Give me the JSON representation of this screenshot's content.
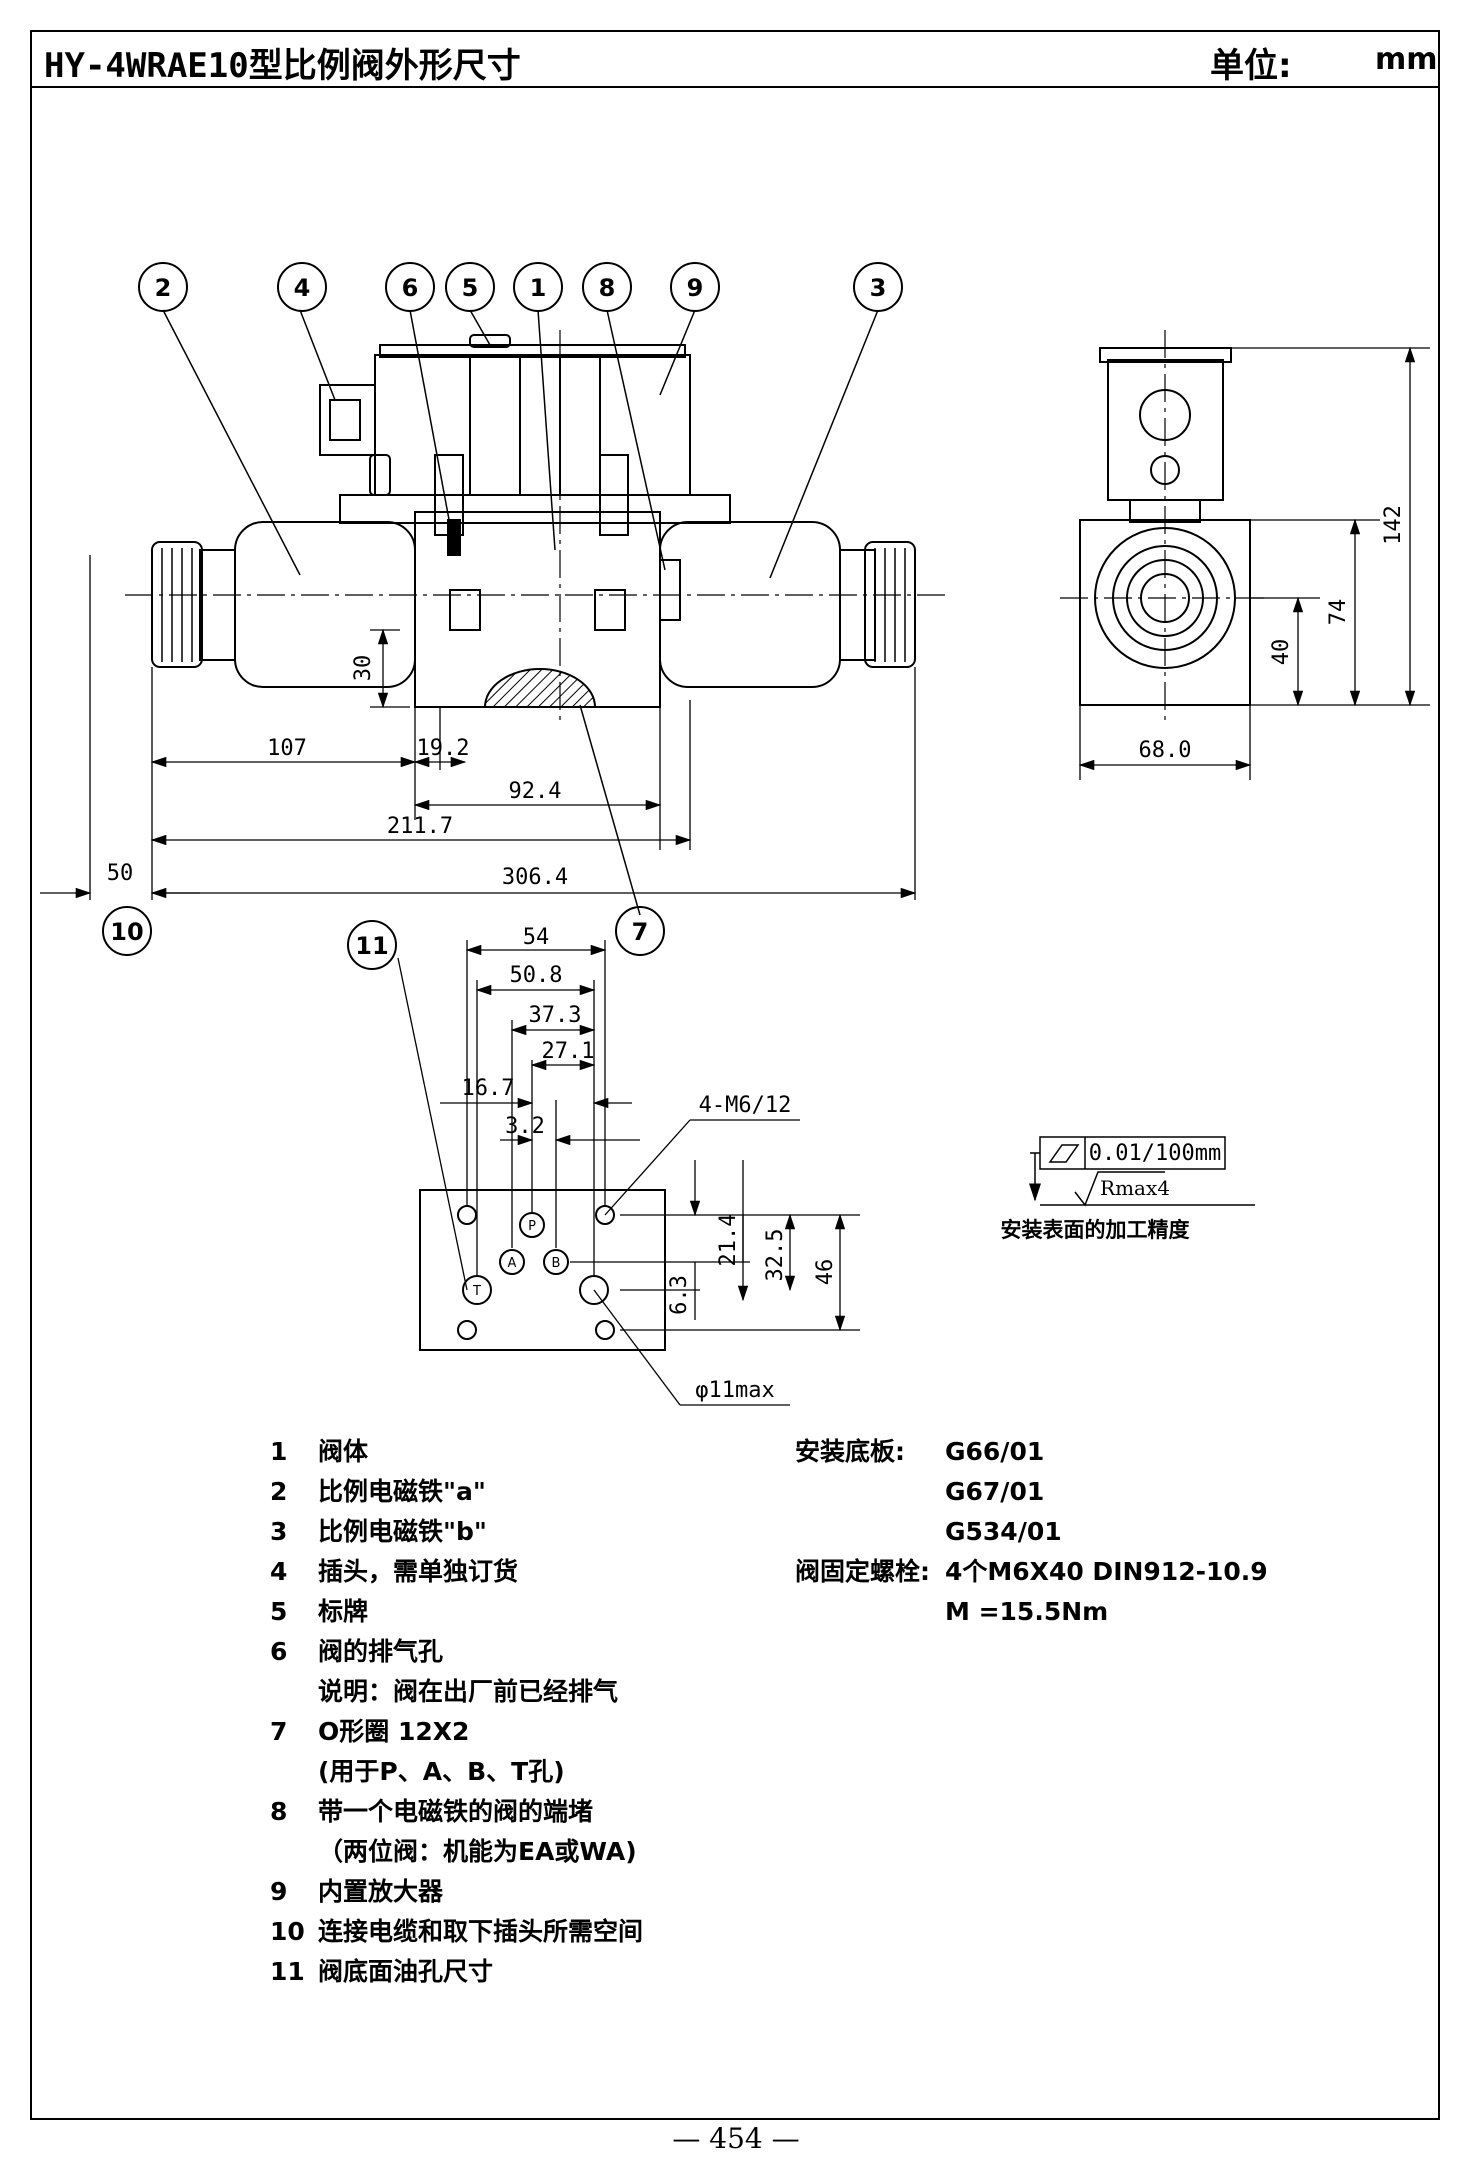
{
  "header": {
    "title": "HY-4WRAE10型比例阀外形尺寸",
    "unit_label": "单位:",
    "unit_value": "mm"
  },
  "callouts": [
    "1",
    "2",
    "3",
    "4",
    "5",
    "6",
    "7",
    "8",
    "9",
    "10",
    "11"
  ],
  "dimensions": {
    "d30": "30",
    "d107": "107",
    "d19_2": "19.2",
    "d92_4": "92.4",
    "d211_7": "211.7",
    "d50": "50",
    "d306_4": "306.4",
    "d142": "142",
    "d74": "74",
    "d40": "40",
    "d68": "68.0",
    "d54": "54",
    "d50_8": "50.8",
    "d37_3": "37.3",
    "d27_1": "27.1",
    "d16_7": "16.7",
    "d3_2": "3.2",
    "d21_4": "21.4",
    "d32_5": "32.5",
    "d46": "46",
    "d6_3": "6.3",
    "bolt_spec": "4-M6/12",
    "hole_max": "φ11max",
    "flatness": "0.01/100mm",
    "roughness": "Rmax4",
    "surface_note": "安装表面的加工精度"
  },
  "port_labels": [
    "P",
    "A",
    "B",
    "T"
  ],
  "legend": [
    {
      "num": "1",
      "text": "阀体"
    },
    {
      "num": "2",
      "text": "比例电磁铁\"a\""
    },
    {
      "num": "3",
      "text": "比例电磁铁\"b\""
    },
    {
      "num": "4",
      "text": "插头，需单独订货"
    },
    {
      "num": "5",
      "text": "标牌"
    },
    {
      "num": "6",
      "text": "阀的排气孔"
    },
    {
      "num": "",
      "text": "说明：阀在出厂前已经排气"
    },
    {
      "num": "7",
      "text": "O形圈 12X2"
    },
    {
      "num": "",
      "text": "(用于P、A、B、T孔)"
    },
    {
      "num": "8",
      "text": "带一个电磁铁的阀的端堵"
    },
    {
      "num": "",
      "text": "（两位阀：机能为EA或WA)"
    },
    {
      "num": "9",
      "text": "内置放大器"
    },
    {
      "num": "10",
      "text": "连接电缆和取下插头所需空间"
    },
    {
      "num": "11",
      "text": "阀底面油孔尺寸"
    }
  ],
  "mounting": {
    "plate_label": "安装底板:",
    "plates": [
      "G66/01",
      "G67/01",
      "G534/01"
    ],
    "bolt_label": "阀固定螺栓:",
    "bolt_spec": "4个M6X40 DIN912-10.9",
    "torque": "M =15.5Nm"
  },
  "footer": {
    "page_number": "— 454 —"
  }
}
